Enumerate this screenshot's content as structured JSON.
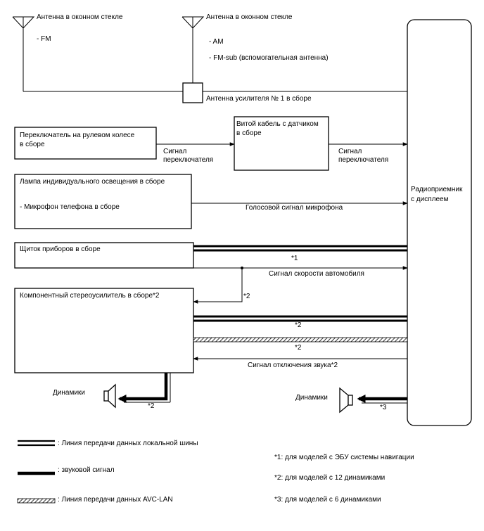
{
  "antennas": {
    "left": {
      "title": "Антенна в оконном стекле",
      "items": [
        "- FM"
      ]
    },
    "right": {
      "title": "Антенна в оконном стекле",
      "items": [
        "- AM",
        "- FM-sub (вспомогательная антенна)"
      ]
    },
    "amplifier_label": "Антенна усилителя № 1 в сборе"
  },
  "components": {
    "steering_switch": [
      "Переключатель на рулевом колесе",
      "в сборе"
    ],
    "spiral_cable": [
      "Витой кабель с датчиком",
      "в сборе"
    ],
    "lamp_assembly": {
      "title": "Лампа индивидуального освещения в сборе",
      "sub": "- Микрофон телефона в сборе"
    },
    "instrument_cluster": "Щиток приборов в сборе",
    "stereo_amp": "Компонентный стереоусилитель в сборе*2",
    "radio_receiver": [
      "Радиоприемник",
      "с дисплеем"
    ]
  },
  "signals": {
    "switch_signal_1": [
      "Сигнал",
      "переключателя"
    ],
    "switch_signal_2": [
      "Сигнал",
      "переключателя"
    ],
    "mic_voice": "Голосовой сигнал микрофона",
    "vehicle_speed": "Сигнал скорости автомобиля",
    "mute": "Сигнал отключения звука*2"
  },
  "notes_inline": {
    "n1": "*1",
    "n2_branch": "*2",
    "n2_bus": "*2",
    "n2_avc": "*2",
    "n2_left_speaker": "*2",
    "n3_right_speaker": "*3"
  },
  "speakers": {
    "left": "Динамики",
    "right": "Динамики"
  },
  "legend": [
    {
      "type": "bus",
      "label": ": Линия передачи данных локальной шины"
    },
    {
      "type": "audio",
      "label": ": звуковой сигнал"
    },
    {
      "type": "avc",
      "label": ": Линия передачи данных AVC-LAN"
    }
  ],
  "footnotes": [
    "*1: для моделей с ЭБУ системы навигации",
    "*2: для моделей с 12 динамиками",
    "*3: для моделей с 6 динамиками"
  ]
}
